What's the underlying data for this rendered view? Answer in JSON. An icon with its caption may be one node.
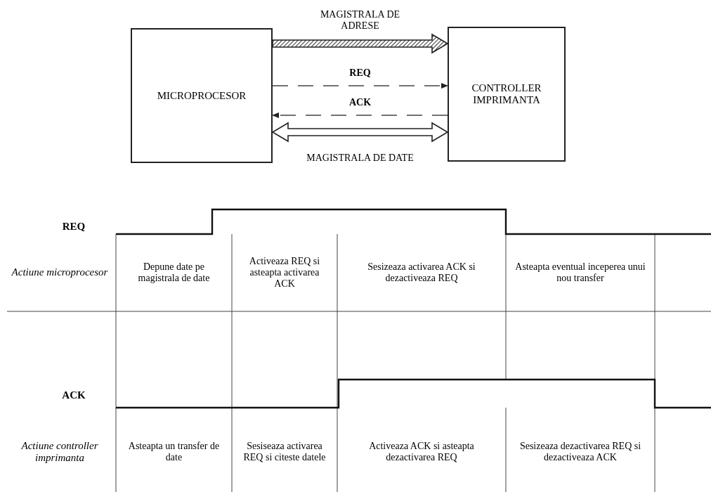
{
  "diagram": {
    "nodes": [
      {
        "text": [
          "MICROPROCESOR"
        ]
      },
      {
        "text": [
          "CONTROLLER IMPRIMANTA"
        ]
      }
    ],
    "edges": [
      {
        "from": 0,
        "to": 1,
        "arrow": "to",
        "label": "MAGISTRALA DE ADRESE",
        "style": "thick"
      },
      {
        "from": 0,
        "to": 1,
        "arrow": "to",
        "label": "REQ",
        "style": "dashed"
      },
      {
        "from": 1,
        "to": 0,
        "arrow": "to",
        "label": "ACK",
        "style": "dashed"
      },
      {
        "from": 0,
        "to": 1,
        "arrow": "both",
        "label": "MAGISTRALA DE DATE",
        "style": "thick"
      }
    ],
    "labels": [
      "REQ",
      "Actiune microprocesor",
      "Depune date pe magistrala de date",
      "Activeaza REQ si asteapta activarea ACK",
      "Sesizeaza activarea ACK si dezactiveaza REQ",
      "Asteapta eventual inceperea unui nou transfer",
      "ACK",
      "Actiune controller imprimanta",
      "Asteapta un transfer de date",
      "Sesiseaza activarea REQ si citeste datele",
      "Activeaza ACK si asteapta dezactivarea REQ",
      "Sesizeaza dezactivarea REQ si dezactiveaza ACK"
    ]
  }
}
